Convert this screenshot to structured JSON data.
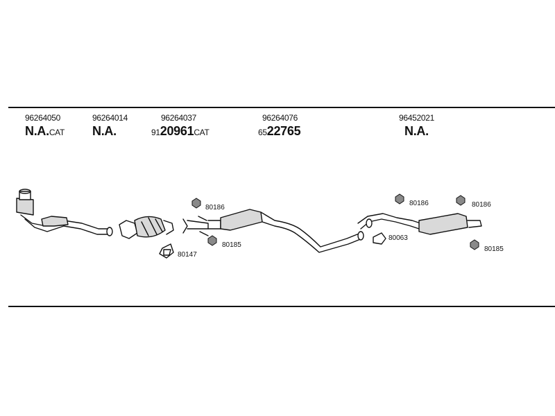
{
  "columns": [
    {
      "oem": "96264050",
      "ref": "N.A.",
      "ref_suffix": "CAT"
    },
    {
      "oem": "96264014",
      "ref": "N.A."
    },
    {
      "oem": "96264037",
      "ref_prefix": "91",
      "ref": "20961",
      "ref_suffix": "CAT"
    },
    {
      "oem": "96264076",
      "ref_prefix": "65",
      "ref": "22765"
    },
    {
      "oem": "96452021",
      "ref": "N.A."
    }
  ],
  "part_labels": {
    "hanger_a": "80186",
    "clamp_a": "80185",
    "gasket_a": "80147",
    "hanger_b": "80186",
    "gasket_b": "80063",
    "hanger_c": "80186",
    "clamp_b": "80185"
  },
  "colors": {
    "line": "#111111",
    "part_fill": "#d9d9d9",
    "part_dark": "#8a8a8a"
  }
}
